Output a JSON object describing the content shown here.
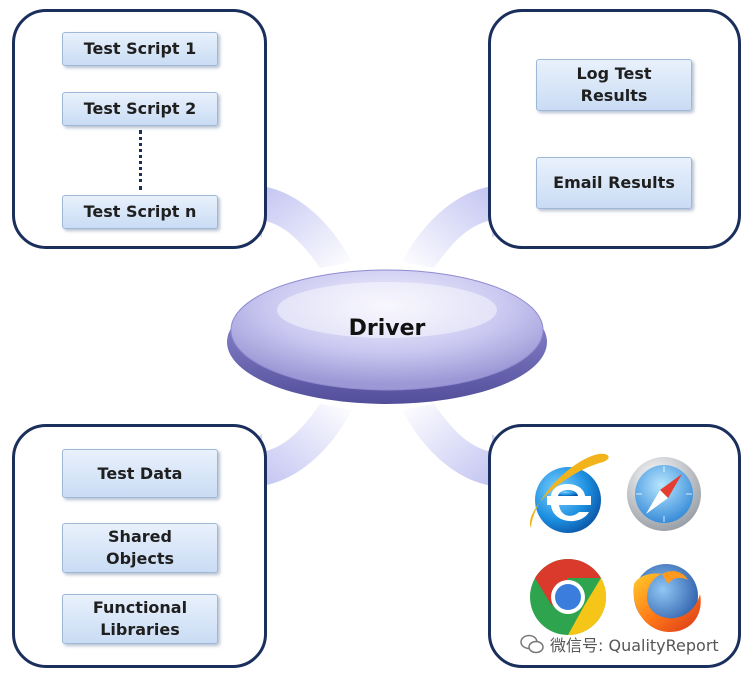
{
  "scripts_panel": {
    "items": [
      {
        "label": "Test Script 1"
      },
      {
        "label": "Test Script 2"
      },
      {
        "label": "Test Script n"
      }
    ]
  },
  "results_panel": {
    "items": [
      {
        "label": "Log Test\nResults"
      },
      {
        "label": "Email Results"
      }
    ]
  },
  "data_panel": {
    "items": [
      {
        "label": "Test Data"
      },
      {
        "label": "Shared\nObjects"
      },
      {
        "label": "Functional\nLibraries"
      }
    ]
  },
  "center": {
    "label": "Driver"
  },
  "browsers_panel": {
    "icons": [
      "internet-explorer-icon",
      "safari-icon",
      "chrome-icon",
      "firefox-icon"
    ]
  },
  "watermark": {
    "text": "微信号: QualityReport"
  },
  "colors": {
    "panel_border": "#1a2f5c",
    "box_fill": "#d4e3f7",
    "arrow_fill": "#b7b9f0",
    "driver_fill": "#b8b6e8"
  }
}
